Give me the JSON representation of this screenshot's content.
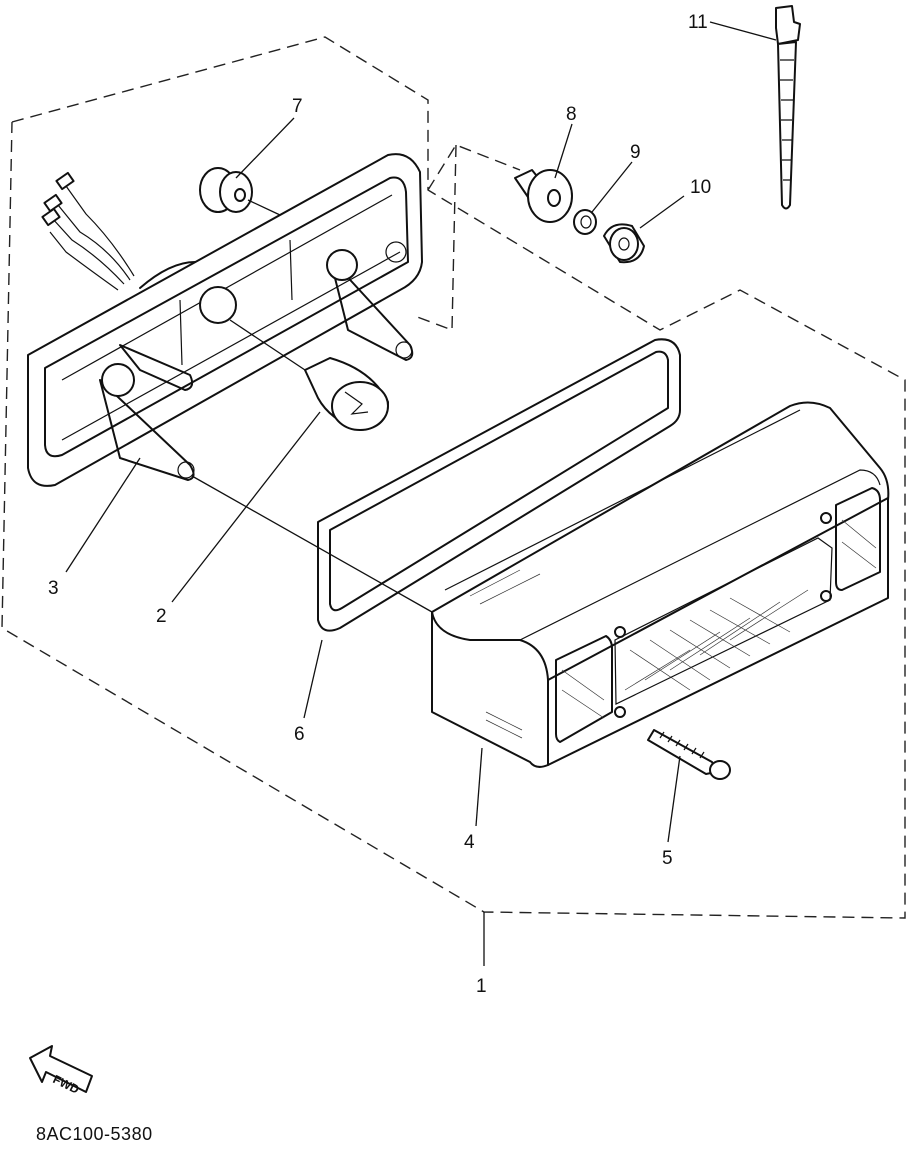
{
  "diagram": {
    "part_code": "8AC100-5380",
    "direction_arrow_label": "FWD",
    "callouts": [
      {
        "id": "1",
        "label": "1"
      },
      {
        "id": "2",
        "label": "2"
      },
      {
        "id": "3",
        "label": "3"
      },
      {
        "id": "4",
        "label": "4"
      },
      {
        "id": "5",
        "label": "5"
      },
      {
        "id": "6",
        "label": "6"
      },
      {
        "id": "7",
        "label": "7"
      },
      {
        "id": "8",
        "label": "8"
      },
      {
        "id": "9",
        "label": "9"
      },
      {
        "id": "10",
        "label": "10"
      },
      {
        "id": "11",
        "label": "11"
      }
    ]
  }
}
